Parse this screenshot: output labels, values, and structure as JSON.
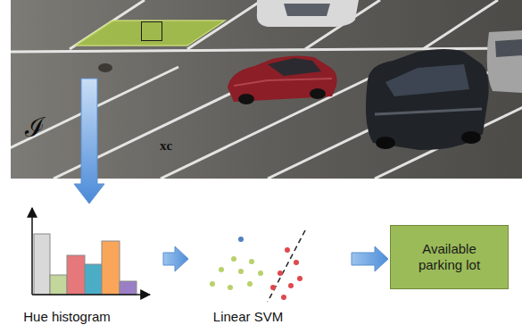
{
  "diagram": {
    "nodes": [
      {
        "text": [
          "ℐ"
        ]
      },
      {
        "text": [
          "xc"
        ],
        "in": 0
      },
      {
        "text": [
          "Hue histogram"
        ]
      },
      {
        "text": [
          "Linear SVM"
        ]
      },
      {
        "text": [
          "Available parking lot"
        ]
      }
    ],
    "edges": [
      {
        "from": 0,
        "to": 2,
        "arrow": "to"
      },
      {
        "from": 2,
        "to": 3,
        "arrow": "to"
      },
      {
        "from": 3,
        "to": 4,
        "arrow": "to"
      }
    ]
  }
}
